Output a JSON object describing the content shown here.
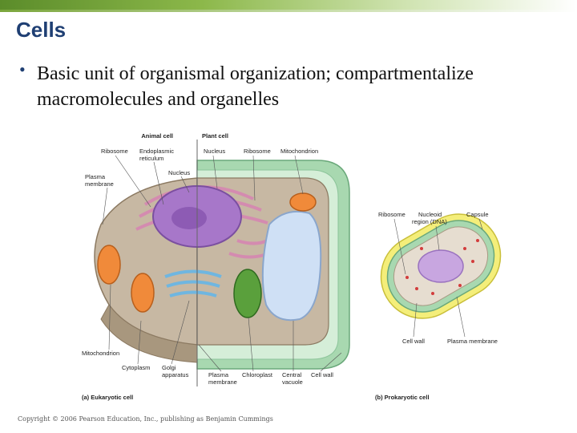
{
  "slide": {
    "title": "Cells",
    "bullet": "Basic unit of organismal organization; compartmentalize macromolecules and organelles",
    "copyright": "Copyright © 2006 Pearson Education, Inc., publishing as Benjamin Cummings"
  },
  "figure": {
    "eukaryotic": {
      "header_animal": "Animal cell",
      "header_plant": "Plant cell",
      "caption": "(a) Eukaryotic cell",
      "labels": {
        "ribosome_left": "Ribosome",
        "er_line1": "Endoplasmic",
        "er_line2": "reticulum",
        "nucleus_inner": "Nucleus",
        "plasma_line1": "Plasma",
        "plasma_line2": "membrane",
        "nucleus_top": "Nucleus",
        "ribosome_top": "Ribosome",
        "mitochondrion_top": "Mitochondrion",
        "mitochondrion_bottom": "Mitochondrion",
        "cytoplasm": "Cytoplasm",
        "golgi_line1": "Golgi",
        "golgi_line2": "apparatus",
        "plasma2_line1": "Plasma",
        "plasma2_line2": "membrane",
        "chloroplast": "Chloroplast",
        "central_line1": "Central",
        "central_line2": "vacuole",
        "cell_wall": "Cell wall"
      }
    },
    "prokaryotic": {
      "caption": "(b) Prokaryotic cell",
      "labels": {
        "ribosome": "Ribosome",
        "nucleoid_line1": "Nucleoid",
        "nucleoid_line2": "region (DNA)",
        "capsule": "Capsule",
        "cell_wall": "Cell wall",
        "plasma_membrane": "Plasma membrane"
      }
    },
    "colors": {
      "title": "#1f3f73",
      "cytoplasm": "#c7b8a3",
      "nucleus": "#a777c9",
      "cell_wall": "#a8d8b0",
      "vacuole": "#cfe0f5",
      "mitochondria": "#f08a3a",
      "golgi": "#6fb6e0",
      "chloroplast": "#5aa03c",
      "capsule": "#f4ee7a"
    }
  }
}
